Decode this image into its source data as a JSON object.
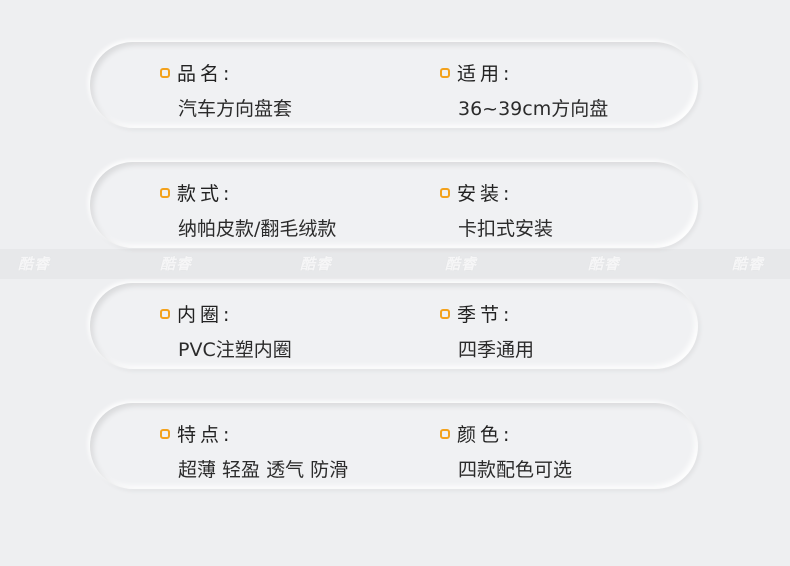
{
  "specs": [
    {
      "left": {
        "label": "品名:",
        "value": "汽车方向盘套"
      },
      "right": {
        "label": "适用:",
        "value": "36~39cm方向盘"
      }
    },
    {
      "left": {
        "label": "款式:",
        "value": "纳帕皮款/翻毛绒款"
      },
      "right": {
        "label": "安装:",
        "value": "卡扣式安装"
      }
    },
    {
      "left": {
        "label": "内圈:",
        "value": "PVC注塑内圈"
      },
      "right": {
        "label": "季节:",
        "value": "四季通用"
      }
    },
    {
      "left": {
        "label": "特点:",
        "value": "超薄 轻盈 透气 防滑"
      },
      "right": {
        "label": "颜色:",
        "value": "四款配色可选"
      }
    }
  ],
  "watermark": "酷睿",
  "colors": {
    "accent": "#f3a21d",
    "background": "#eeeff1"
  },
  "icons": {
    "bullet": "orange-rounded-square-icon"
  }
}
